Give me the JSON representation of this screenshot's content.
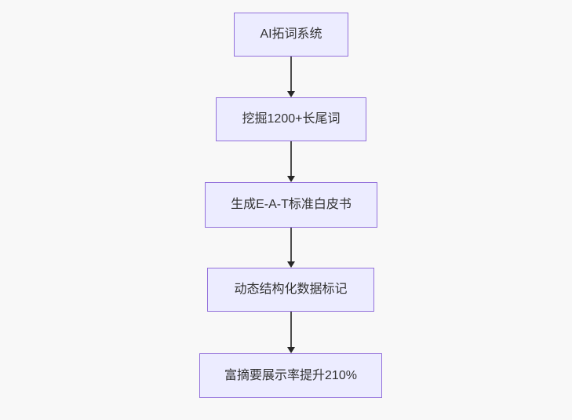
{
  "flowchart": {
    "direction": "top-down",
    "background_color": "#f8f8f8",
    "node_fill_color": "#ECECFF",
    "node_border_color": "#9370DB",
    "node_text_color": "#333333",
    "arrow_color": "#333333",
    "nodes": [
      {
        "id": "node-1",
        "label": "AI拓词系统"
      },
      {
        "id": "node-2",
        "label": "挖掘1200+长尾词"
      },
      {
        "id": "node-3",
        "label": "生成E-A-T标准白皮书"
      },
      {
        "id": "node-4",
        "label": "动态结构化数据标记"
      },
      {
        "id": "node-5",
        "label": "富摘要展示率提升210%"
      }
    ],
    "edges": [
      {
        "from": "node-1",
        "to": "node-2"
      },
      {
        "from": "node-2",
        "to": "node-3"
      },
      {
        "from": "node-3",
        "to": "node-4"
      },
      {
        "from": "node-4",
        "to": "node-5"
      }
    ]
  }
}
